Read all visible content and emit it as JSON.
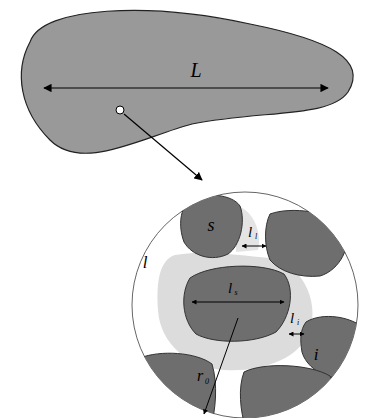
{
  "diagram": {
    "labels": [
      "L",
      "s",
      "l",
      "l",
      "l",
      "l",
      "s",
      "l",
      "i",
      "i",
      "r",
      "0"
    ]
  }
}
